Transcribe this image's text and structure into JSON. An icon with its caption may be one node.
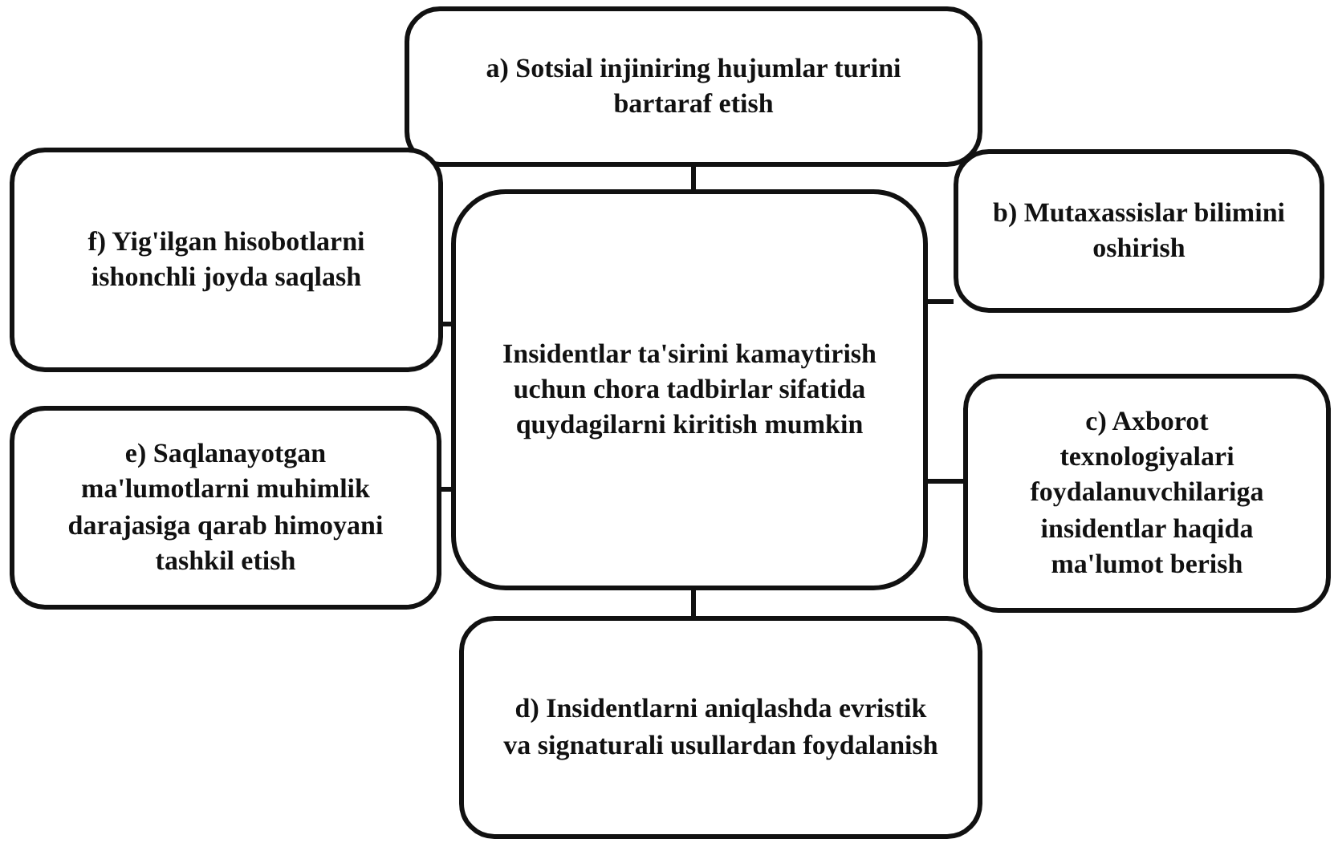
{
  "diagram": {
    "nodes": [
      {
        "text": [
          "Insidentlar ta'sirini kamaytirish uchun chora tadbirlar sifatida quydagilarni kiritish mumkin"
        ]
      },
      {
        "text": [
          "a) Sotsial injiniring hujumlar turini bartaraf etish"
        ]
      },
      {
        "text": [
          "b) Mutaxassislar bilimini oshirish"
        ]
      },
      {
        "text": [
          "c) Axborot texnologiyalari foydalanuvchilariga insidentlar haqida ma'lumot berish"
        ]
      },
      {
        "text": [
          "d) Insidentlarni aniqlashda evristik va signaturali usullardan foydalanish"
        ]
      },
      {
        "text": [
          "e) Saqlanayotgan ma'lumotlarni muhimlik darajasiga qarab himoyani tashkil etish"
        ]
      },
      {
        "text": [
          "f) Yig'ilgan hisobotlarni ishonchli joyda saqlash"
        ]
      }
    ],
    "edges": [
      {
        "from": 0,
        "to": 1,
        "arrow": "none"
      },
      {
        "from": 0,
        "to": 2,
        "arrow": "none"
      },
      {
        "from": 0,
        "to": 3,
        "arrow": "none"
      },
      {
        "from": 0,
        "to": 4,
        "arrow": "none"
      },
      {
        "from": 0,
        "to": 5,
        "arrow": "none"
      },
      {
        "from": 0,
        "to": 6,
        "arrow": "none"
      }
    ]
  }
}
